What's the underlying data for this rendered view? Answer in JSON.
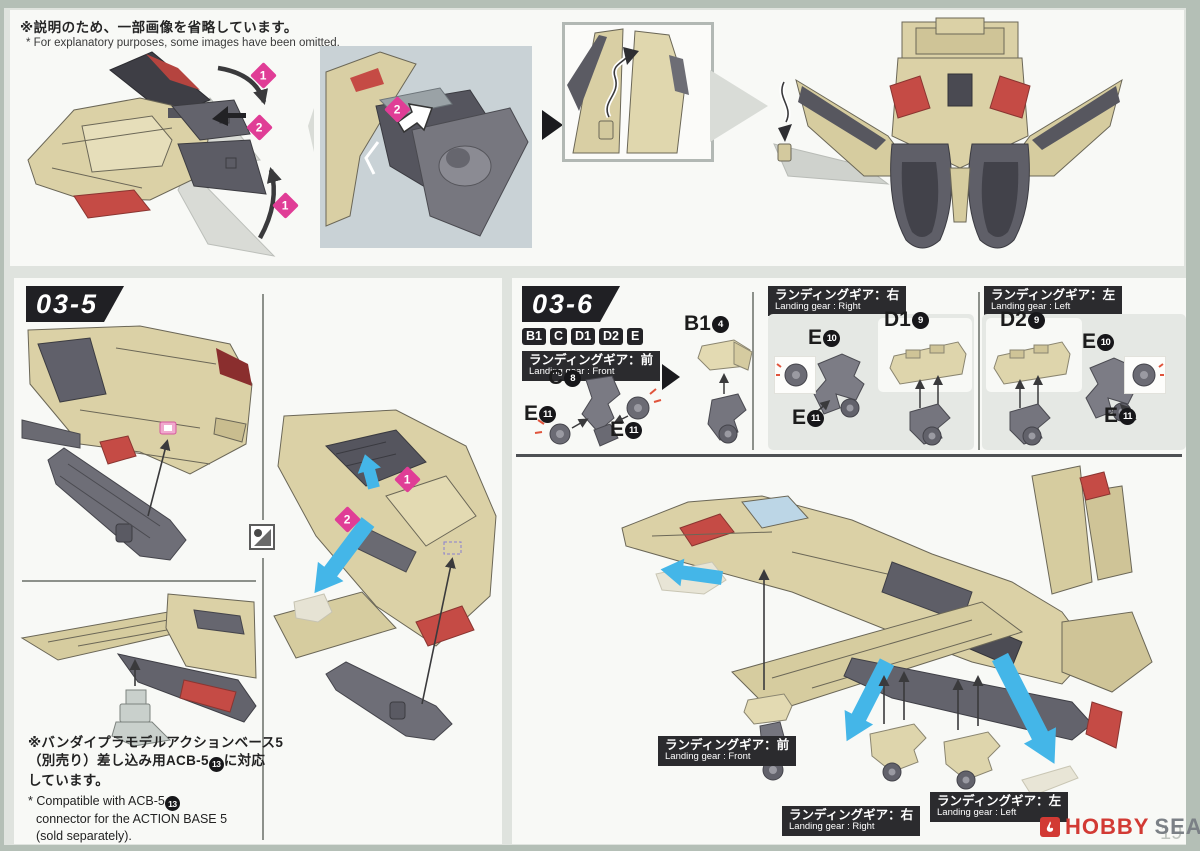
{
  "page": {
    "number": "19"
  },
  "colors": {
    "pink": "#e03d96",
    "cyan": "#44b6e8",
    "tan": "#dbd1a6",
    "red": "#c54b45",
    "label_bg": "#2b2b2e",
    "part_gray": "#75757e",
    "brand_red": "#d23a34"
  },
  "icons": {
    "step_arrow": "right-triangle-arrow-icon",
    "divider_marker": "corner-marker-icon",
    "brand": "flame-icon",
    "fold": "curved-arrow-icon",
    "attach": "straight-arrow-icon",
    "detach": "cyan-arrow-icon",
    "rotate": "s-curve-arrow-icon"
  },
  "top_note": {
    "jp": "※説明のため、一部画像を省略しています。",
    "en": "* For explanatory purposes, some images have been omitted."
  },
  "steps": {
    "s35": {
      "label": "03-5"
    },
    "s36": {
      "label": "03-6",
      "chips": [
        "B1",
        "C",
        "D1",
        "D2",
        "E"
      ]
    }
  },
  "badges": {
    "one": "1",
    "two": "2"
  },
  "gear_labels": {
    "front": {
      "jp": "ランディングギア：前",
      "en": "Landing gear : Front"
    },
    "right": {
      "jp": "ランディングギア：右",
      "en": "Landing gear : Right"
    },
    "left": {
      "jp": "ランディングギア：左",
      "en": "Landing gear : Left"
    }
  },
  "callouts": {
    "c8": {
      "code": "C",
      "num": "8"
    },
    "e10": {
      "code": "E",
      "num": "10"
    },
    "e11": {
      "code": "E",
      "num": "11"
    },
    "b14": {
      "code": "B1",
      "num": "4"
    },
    "d19": {
      "code": "D1",
      "num": "9"
    },
    "d29": {
      "code": "D2",
      "num": "9"
    }
  },
  "footnote": {
    "jp1": "※バンダイプラモデルアクションベース5",
    "jp2_pre": "（別売り）差し込み用ACB-5",
    "jp2_num": "13",
    "jp2_post": "に対応",
    "jp3": "しています。",
    "en1_pre": "* Compatible with ACB-5",
    "en1_num": "13",
    "en2": "connector for the ACTION BASE 5",
    "en3": "(sold separately)."
  },
  "watermark": {
    "hobby": "HOBBY",
    "search": "SEARCH"
  }
}
